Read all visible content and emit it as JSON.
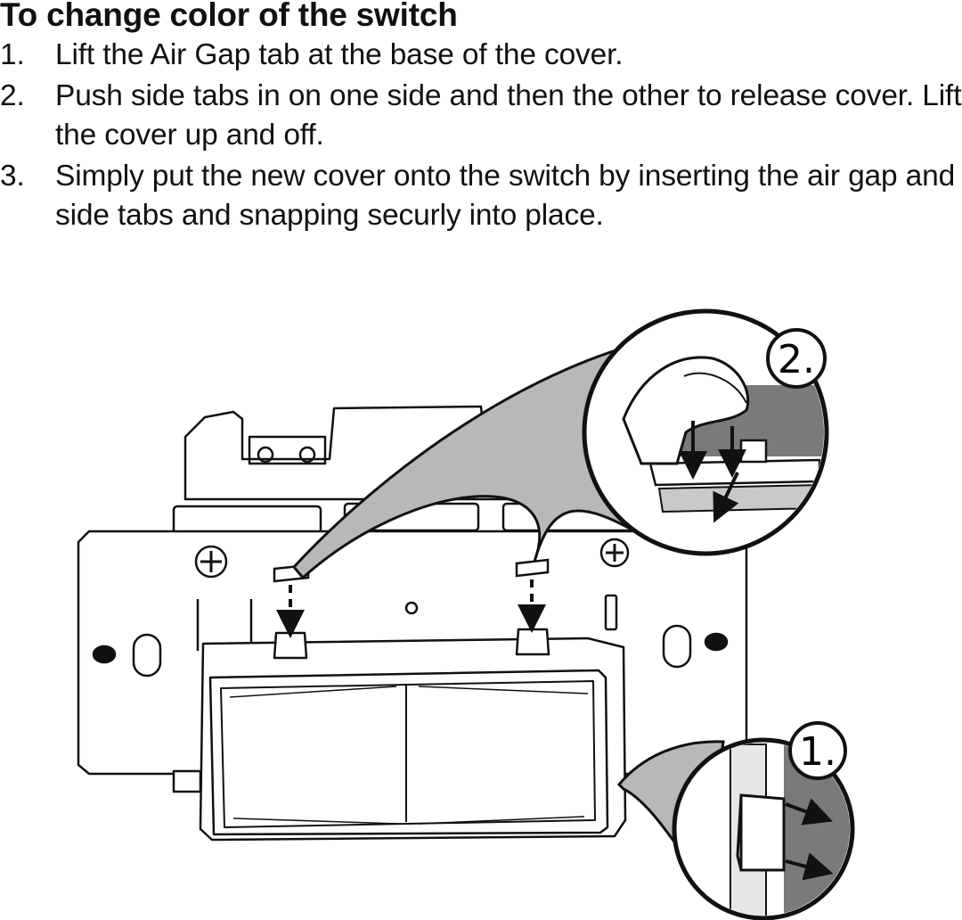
{
  "title": "To change color of the switch",
  "steps": [
    {
      "number": "1.",
      "text": "Lift the Air Gap tab at the base of the cover."
    },
    {
      "number": "2.",
      "text": "Push side tabs in on one side and then the other to release cover. Lift the cover up and off."
    },
    {
      "number": "3.",
      "text": "Simply put the new cover onto the switch by inserting the air gap and side tabs and snapping securly into place."
    }
  ],
  "callouts": {
    "side_tabs_label": "2.",
    "air_gap_label": "1."
  }
}
